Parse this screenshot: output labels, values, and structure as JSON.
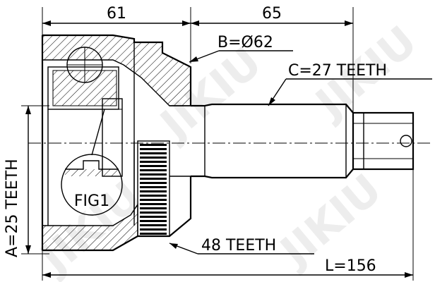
{
  "labels": {
    "dim_top_left": "61",
    "dim_top_right": "65",
    "outer_diameter": "B=Ø62",
    "spline_teeth": "C=27 TEETH",
    "inner_spline_teeth": "A=25 TEETH",
    "abs_ring_teeth": "48 TEETH",
    "total_length": "L=156",
    "figure_ref": "FIG1"
  },
  "watermark": {
    "text_main": "JIKIU",
    "color": "#d9d9d9"
  }
}
